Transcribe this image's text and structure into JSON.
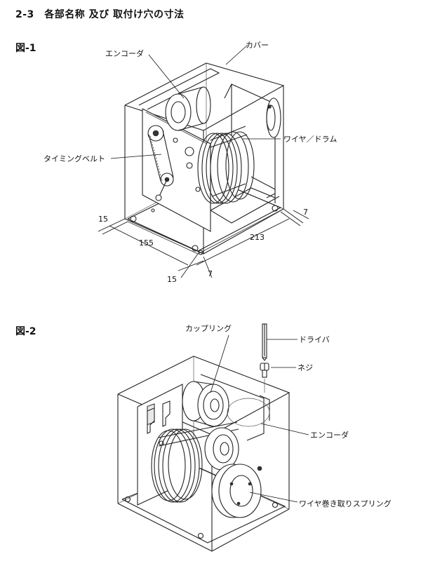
{
  "title": "2-3　各部名称 及び 取付け穴の寸法",
  "figures": [
    {
      "label": "図-1",
      "parts": {
        "encoder": "エンコーダ",
        "cover": "カバー",
        "wire_drum": "ワイヤ／ドラム",
        "timing_belt": "タイミングベルト"
      },
      "dimensions": {
        "d15_left": "15",
        "d155": "155",
        "d213": "213",
        "d7_right": "7",
        "d15_bottom": "15",
        "d7_bottom": "7"
      }
    },
    {
      "label": "図-2",
      "parts": {
        "coupling": "カップリング",
        "driver": "ドライバ",
        "screw": "ネジ",
        "encoder": "エンコーダ",
        "wire_spring": "ワイヤ巻き取りスプリング"
      }
    }
  ]
}
